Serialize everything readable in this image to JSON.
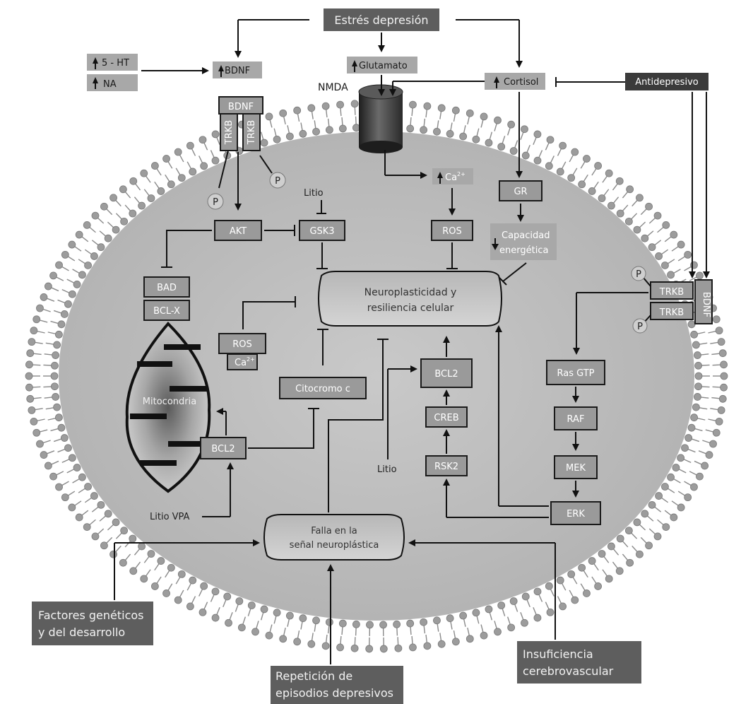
{
  "top": {
    "stress": "Estrés depresión",
    "ht": "5 - HT",
    "na": "NA",
    "bdnf_up": "BDNF",
    "glutamato": "Glutamato",
    "cortisol": "Cortisol",
    "antidepresivo": "Antidepresivo",
    "nmda": "NMDA"
  },
  "receptor_left": {
    "bdnf": "BDNF",
    "trkb1": "TRKB",
    "trkb2": "TRKB",
    "p1": "P",
    "p2": "P"
  },
  "receptor_right": {
    "bdnf": "BDNF",
    "trkb1": "TRKB",
    "trkb2": "TRKB",
    "p1": "P",
    "p2": "P"
  },
  "cell": {
    "ca": "Ca",
    "ca_sup": "2+",
    "gr": "GR",
    "litio_gsk": "Litio",
    "akt": "AKT",
    "gsk3": "GSK3",
    "ros_top": "ROS",
    "capacidad_line1": "Capacidad",
    "capacidad_line2": "energética",
    "bad": "BAD",
    "bclx": "BCL-X",
    "neuro_line1": "Neuroplasticidad y",
    "neuro_line2": "resiliencia celular",
    "ros_left": "ROS",
    "ca_left": "Ca",
    "ca_left_sup": "2+",
    "mito": "Mitocondria",
    "citocromo": "Citocromo c",
    "bcl2_right": "BCL2",
    "creb": "CREB",
    "rsk2": "RSK2",
    "litio_creb": "Litio",
    "ras": "Ras  GTP",
    "raf": "RAF",
    "mek": "MEK",
    "erk": "ERK",
    "bcl2_left": "BCL2",
    "litio_vpa": "Litio VPA",
    "falla_line1": "Falla en la",
    "falla_line2": "señal neuroplástica"
  },
  "bottom": {
    "factores_line1": "Factores genéticos",
    "factores_line2": "y del desarrollo",
    "repeticion_line1": "Repetición de",
    "repeticion_line2": "episodios depresivos",
    "insuf_line1": "Insuficiencia",
    "insuf_line2": "cerebrovascular"
  }
}
